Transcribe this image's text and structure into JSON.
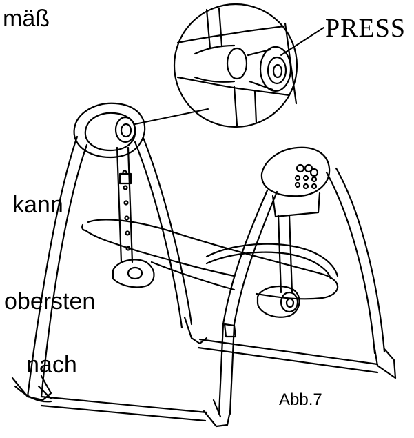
{
  "callout": {
    "label": "PRESS"
  },
  "figure": {
    "label": "Abb.7"
  },
  "text_fragments": [
    "mäß",
    "kann",
    "obersten",
    "nach"
  ],
  "colors": {
    "line": "#000000",
    "background": "#ffffff",
    "shade": "#d9d9d9"
  }
}
